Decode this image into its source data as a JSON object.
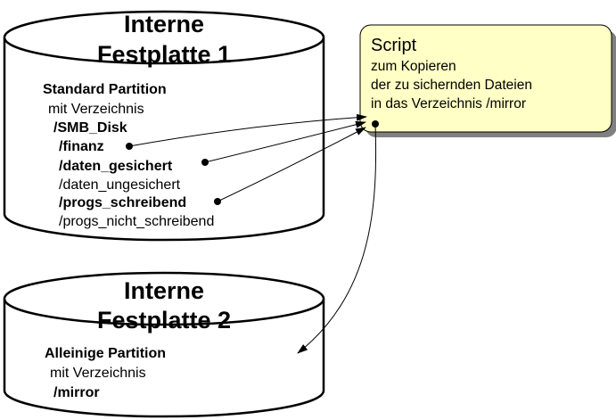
{
  "disk1": {
    "title_line1": "Interne",
    "title_line2": "Festplatte 1",
    "partition": "Standard Partition",
    "dir_caption": "mit Verzeichnis",
    "root_dir": "/SMB_Disk",
    "subdirs": [
      {
        "name": "/finanz",
        "bold": true
      },
      {
        "name": "/daten_gesichert",
        "bold": true
      },
      {
        "name": "/daten_ungesichert",
        "bold": false
      },
      {
        "name": "/progs_schreibend",
        "bold": true
      },
      {
        "name": "/progs_nicht_schreibend",
        "bold": false
      }
    ]
  },
  "disk2": {
    "title_line1": "Interne",
    "title_line2": "Festplatte 2",
    "partition": "Alleinige Partition",
    "dir_caption": "mit Verzeichnis",
    "dir": "/mirror"
  },
  "script": {
    "title": "Script",
    "line1": "zum Kopieren",
    "line2": "der zu sichernden Dateien",
    "line3": "in das Verzeichnis /mirror"
  },
  "colors": {
    "script_fill": "#ffffc6",
    "disk_fill": "#ffffff",
    "stroke": "#000000",
    "shadow": "#808080"
  }
}
